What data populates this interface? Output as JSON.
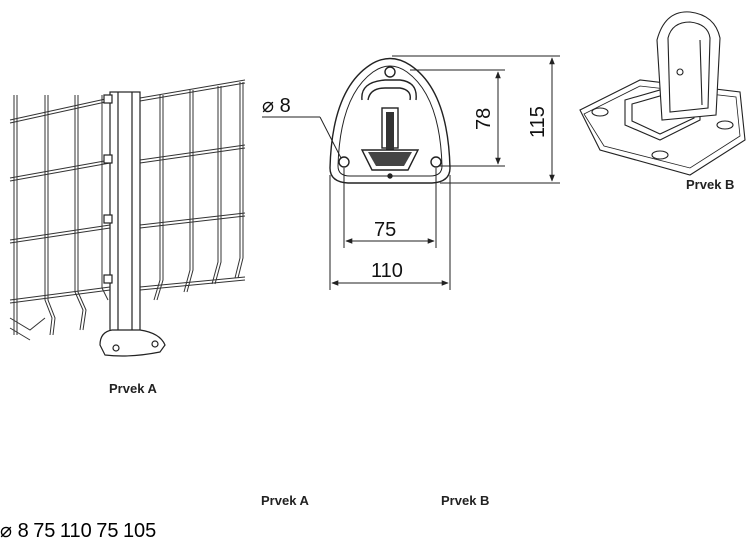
{
  "labels": {
    "fence_caption": "Prvek A",
    "part_b_top_caption": "Prvek B",
    "photo_a_caption": "Prvek A",
    "photo_b_caption": "Prvek B"
  },
  "dimensions": {
    "a_hole_diameter": "⌀ 8",
    "a_inner_height": "78",
    "a_total_height": "115",
    "a_hole_spacing": "75",
    "a_total_width": "110",
    "b_hole_diameter": "⌀ 8",
    "b_hole_vertical": "75",
    "b_total_height": "110",
    "b_hole_spacing": "75",
    "b_total_width": "105"
  },
  "colors": {
    "line": "#222222",
    "metal_dark": "#3c454b",
    "metal_mid": "#5a646b",
    "metal_light": "#8a949a"
  }
}
